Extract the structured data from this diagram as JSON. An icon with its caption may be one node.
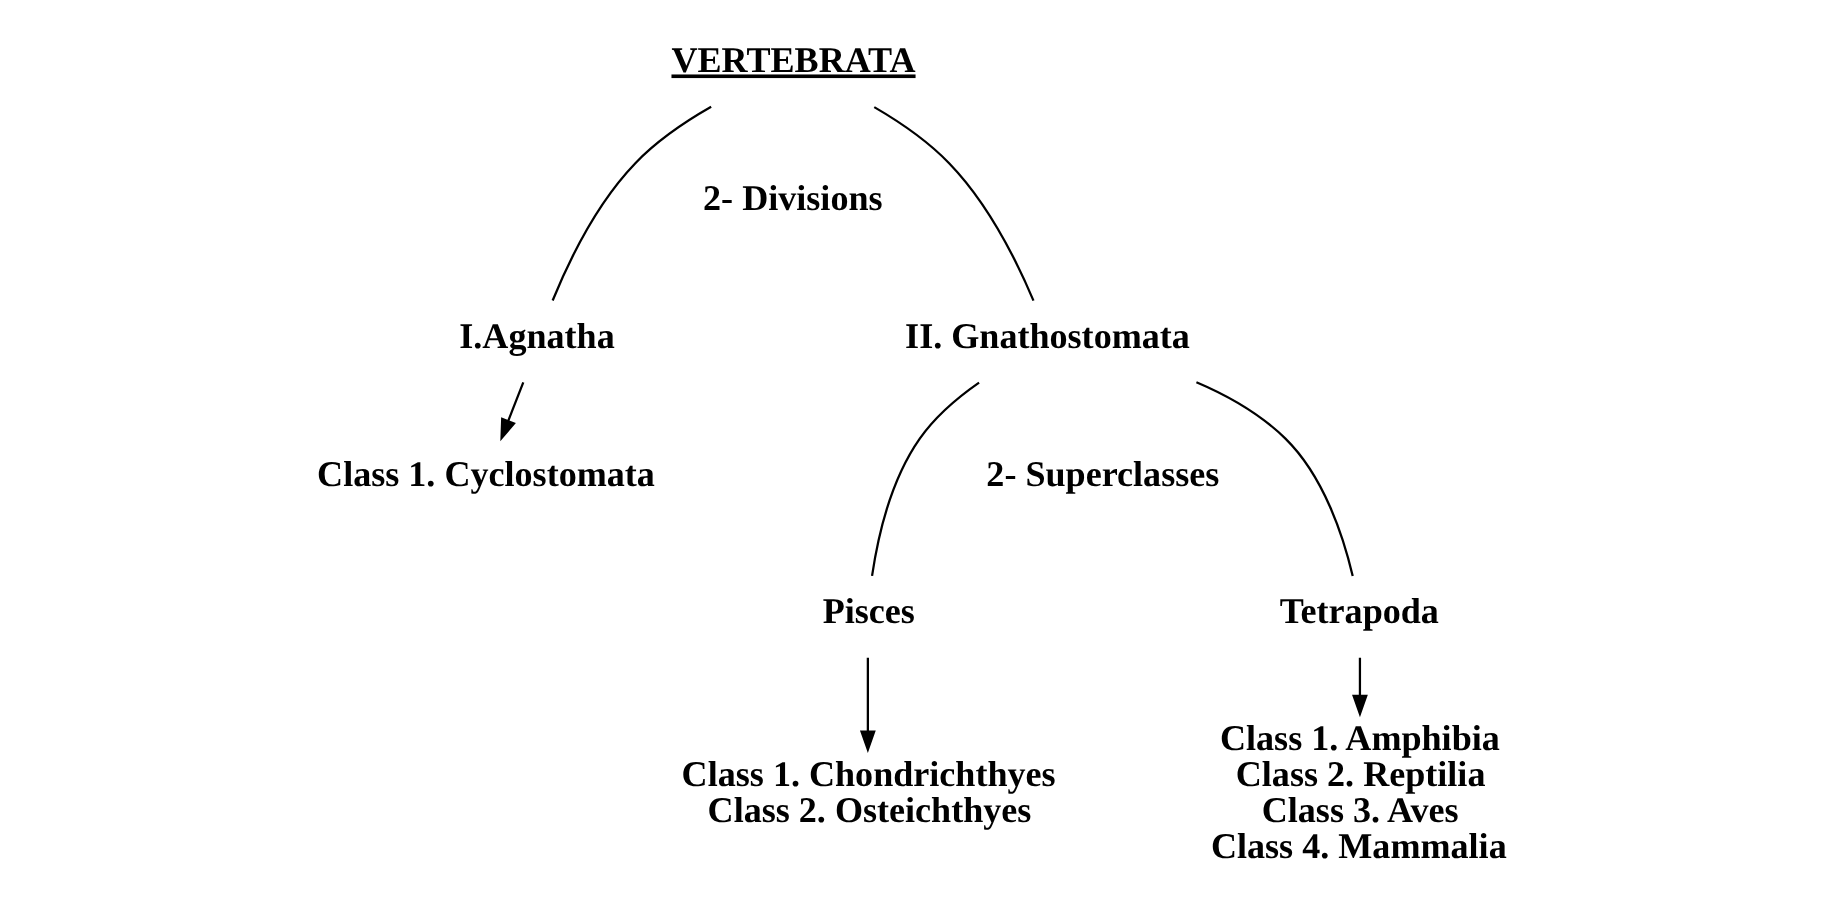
{
  "diagram": {
    "nodes": [
      {
        "text": [
          "VERTEBRATA"
        ]
      },
      {
        "text": [
          "I.Agnatha"
        ]
      },
      {
        "text": [
          "II. Gnathostomata"
        ]
      },
      {
        "text": [
          "Class 1. Cyclostomata"
        ]
      },
      {
        "text": [
          "Pisces"
        ]
      },
      {
        "text": [
          "Tetrapoda"
        ]
      },
      {
        "text": [
          "Class 1. Chondrichthyes",
          "Class 2. Osteichthyes"
        ]
      },
      {
        "text": [
          "Class 1. Amphibia",
          "Class 2. Reptilia",
          "Class 3. Aves",
          "Class 4. Mammalia"
        ]
      }
    ],
    "edges": [
      {
        "from": 0,
        "to": 1,
        "arrow": "none"
      },
      {
        "from": 0,
        "to": 2,
        "arrow": "none"
      },
      {
        "from": 1,
        "to": 3,
        "arrow": "to"
      },
      {
        "from": 2,
        "to": 4,
        "arrow": "none"
      },
      {
        "from": 2,
        "to": 5,
        "arrow": "none"
      },
      {
        "from": 4,
        "to": 6,
        "arrow": "to"
      },
      {
        "from": 5,
        "to": 7,
        "arrow": "to"
      }
    ],
    "labels": [
      "2- Divisions",
      "2- Superclasses"
    ]
  }
}
